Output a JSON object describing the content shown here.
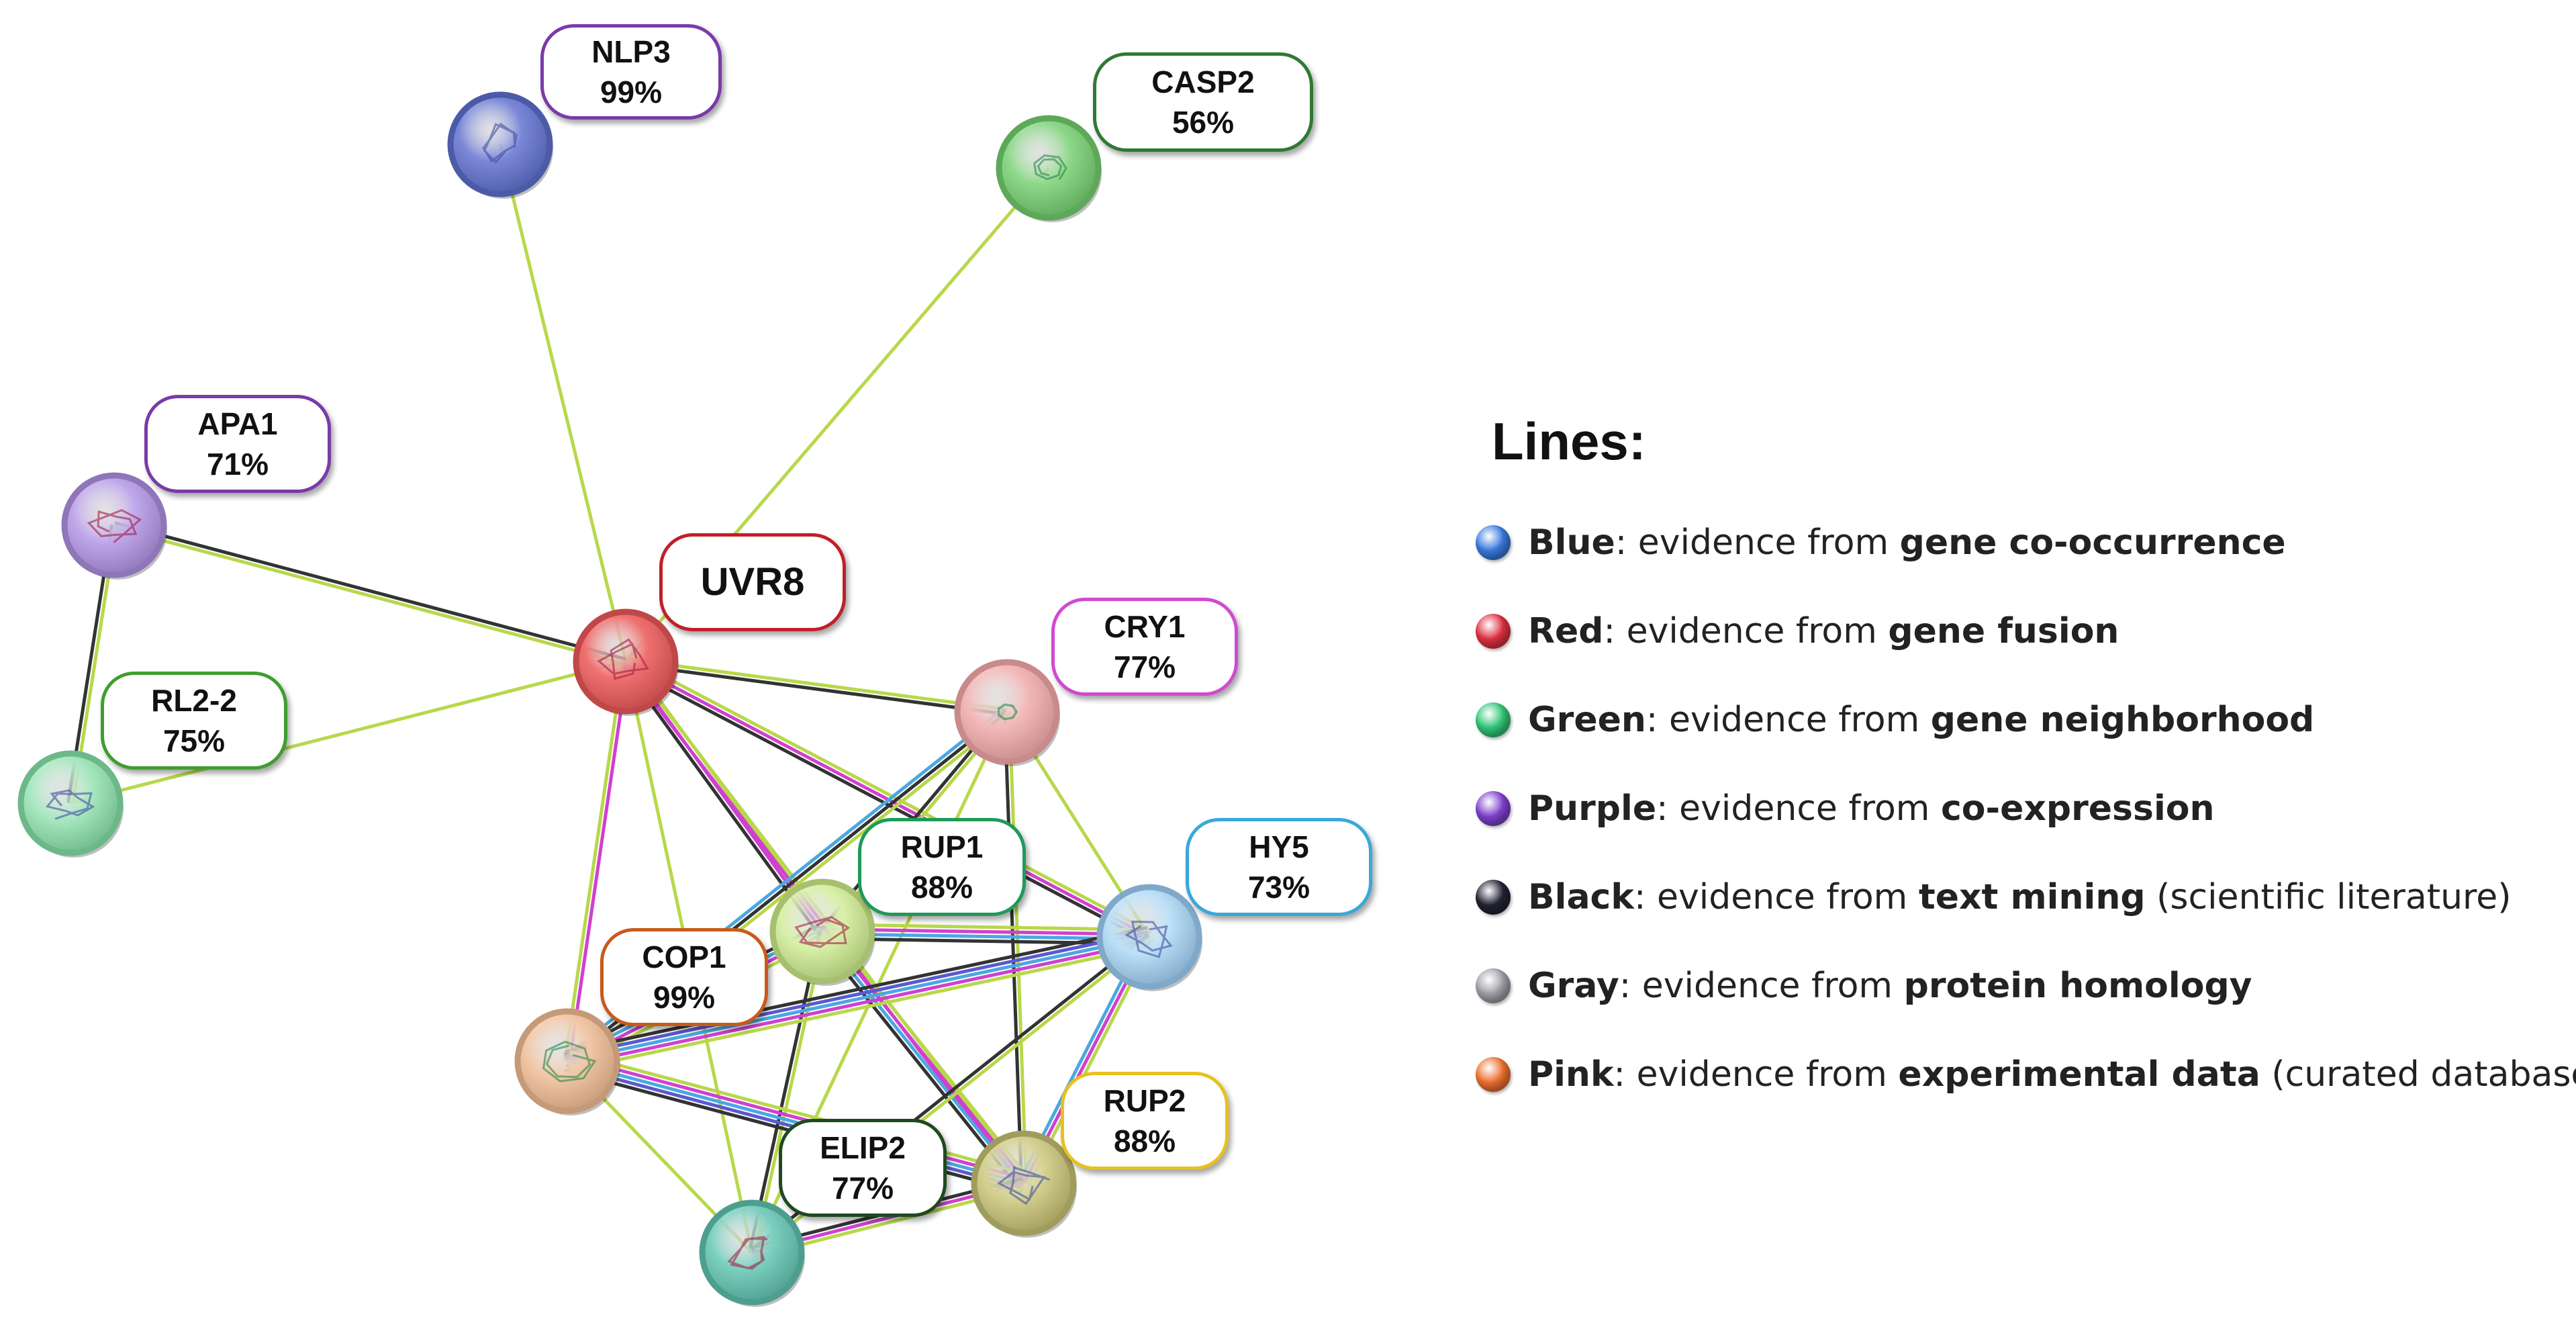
{
  "nodes": [
    {
      "id": "UVR8",
      "name": "UVR8",
      "pct": "",
      "color": "#f07070",
      "ring": "#c04848",
      "box": "#c0202a"
    },
    {
      "id": "NLP3",
      "name": "NLP3",
      "pct": "99%",
      "color": "#7b88d8",
      "ring": "#4c5ba8",
      "box": "#7a3aa8"
    },
    {
      "id": "CASP2",
      "name": "CASP2",
      "pct": "56%",
      "color": "#8ed88a",
      "ring": "#5ea85a",
      "box": "#2e7a32"
    },
    {
      "id": "APA1",
      "name": "APA1",
      "pct": "71%",
      "color": "#c0a8ec",
      "ring": "#8e76b8",
      "box": "#7a3aa8"
    },
    {
      "id": "RL2-2",
      "name": "RL2-2",
      "pct": "75%",
      "color": "#a8e8c0",
      "ring": "#6cb888",
      "box": "#3f9e2e"
    },
    {
      "id": "CRY1",
      "name": "CRY1",
      "pct": "77%",
      "color": "#f2b8b8",
      "ring": "#c88a8a",
      "box": "#d04ad0"
    },
    {
      "id": "RUP1",
      "name": "RUP1",
      "pct": "88%",
      "color": "#d8f0a8",
      "ring": "#a6c070",
      "box": "#1e9a5a"
    },
    {
      "id": "HY5",
      "name": "HY5",
      "pct": "73%",
      "color": "#bce0f8",
      "ring": "#80a8c8",
      "box": "#3aa8d8"
    },
    {
      "id": "COP1",
      "name": "COP1",
      "pct": "99%",
      "color": "#f2c8a8",
      "ring": "#c49a78",
      "box": "#c85a1a"
    },
    {
      "id": "ELIP2",
      "name": "ELIP2",
      "pct": "77%",
      "color": "#7cd0c0",
      "ring": "#4e9e90",
      "box": "#1e4a1e"
    },
    {
      "id": "RUP2",
      "name": "RUP2",
      "pct": "88%",
      "color": "#d4d090",
      "ring": "#a09c5c",
      "box": "#e8c020"
    }
  ],
  "edges": [
    {
      "a": "UVR8",
      "b": "NLP3",
      "colors": [
        "#b8d84a"
      ]
    },
    {
      "a": "UVR8",
      "b": "CASP2",
      "colors": [
        "#b8d84a"
      ]
    },
    {
      "a": "UVR8",
      "b": "APA1",
      "colors": [
        "#b8d84a",
        "#333333"
      ]
    },
    {
      "a": "UVR8",
      "b": "RL2-2",
      "colors": [
        "#b8d84a"
      ]
    },
    {
      "a": "APA1",
      "b": "RL2-2",
      "colors": [
        "#b8d84a",
        "#333333"
      ]
    },
    {
      "a": "UVR8",
      "b": "CRY1",
      "colors": [
        "#b8d84a",
        "#333333"
      ]
    },
    {
      "a": "UVR8",
      "b": "RUP1",
      "colors": [
        "#b8d84a",
        "#d040d0",
        "#333333"
      ]
    },
    {
      "a": "UVR8",
      "b": "HY5",
      "colors": [
        "#b8d84a",
        "#d040d0",
        "#333333"
      ]
    },
    {
      "a": "UVR8",
      "b": "COP1",
      "colors": [
        "#d040d0",
        "#b8d84a"
      ]
    },
    {
      "a": "UVR8",
      "b": "ELIP2",
      "colors": [
        "#b8d84a"
      ]
    },
    {
      "a": "UVR8",
      "b": "RUP2",
      "colors": [
        "#b8d84a",
        "#d040d0"
      ]
    },
    {
      "a": "CRY1",
      "b": "RUP1",
      "colors": [
        "#b8d84a",
        "#333333"
      ]
    },
    {
      "a": "CRY1",
      "b": "HY5",
      "colors": [
        "#b8d84a"
      ]
    },
    {
      "a": "CRY1",
      "b": "COP1",
      "colors": [
        "#b8d84a",
        "#333333",
        "#4aa8e0"
      ]
    },
    {
      "a": "CRY1",
      "b": "RUP2",
      "colors": [
        "#b8d84a",
        "#333333"
      ]
    },
    {
      "a": "CRY1",
      "b": "ELIP2",
      "colors": [
        "#b8d84a"
      ]
    },
    {
      "a": "RUP1",
      "b": "HY5",
      "colors": [
        "#b8d84a",
        "#d040d0",
        "#4aa8e0",
        "#333333"
      ]
    },
    {
      "a": "RUP1",
      "b": "COP1",
      "colors": [
        "#b8d84a",
        "#d040d0",
        "#4aa8e0",
        "#333333"
      ]
    },
    {
      "a": "RUP1",
      "b": "RUP2",
      "colors": [
        "#b8d84a",
        "#d040d0",
        "#4aa8e0",
        "#333333"
      ]
    },
    {
      "a": "RUP1",
      "b": "ELIP2",
      "colors": [
        "#b8d84a",
        "#333333"
      ]
    },
    {
      "a": "HY5",
      "b": "COP1",
      "colors": [
        "#b8d84a",
        "#d040d0",
        "#4aa8e0",
        "#5a5ad0",
        "#333333"
      ]
    },
    {
      "a": "HY5",
      "b": "RUP2",
      "colors": [
        "#b8d84a",
        "#d040d0",
        "#4aa8e0"
      ]
    },
    {
      "a": "HY5",
      "b": "ELIP2",
      "colors": [
        "#b8d84a",
        "#333333"
      ]
    },
    {
      "a": "COP1",
      "b": "RUP2",
      "colors": [
        "#b8d84a",
        "#d040d0",
        "#4aa8e0",
        "#5a5ad0",
        "#333333"
      ]
    },
    {
      "a": "COP1",
      "b": "ELIP2",
      "colors": [
        "#b8d84a"
      ]
    },
    {
      "a": "RUP2",
      "b": "ELIP2",
      "colors": [
        "#b8d84a",
        "#d040d0",
        "#333333"
      ]
    }
  ],
  "legend": {
    "title": "Lines:",
    "items": [
      {
        "key": "blue",
        "color": "#3a7be0",
        "name": "Blue",
        "text": ": evidence from ",
        "bold": "gene co-occurrence",
        "extra": ""
      },
      {
        "key": "red",
        "color": "#e03040",
        "name": "Red",
        "text": ": evidence from ",
        "bold": "gene fusion",
        "extra": ""
      },
      {
        "key": "green",
        "color": "#30c878",
        "name": "Green",
        "text": ": evidence from ",
        "bold": "gene neighborhood",
        "extra": ""
      },
      {
        "key": "purple",
        "color": "#8040d0",
        "name": "Purple",
        "text": ": evidence from ",
        "bold": "co-expression",
        "extra": ""
      },
      {
        "key": "black",
        "color": "#222233",
        "name": "Black",
        "text": ": evidence from ",
        "bold": "text mining",
        "extra": " (scientific literature)"
      },
      {
        "key": "gray",
        "color": "#a0a0a8",
        "name": "Gray",
        "text": ": evidence from ",
        "bold": "protein homology",
        "extra": ""
      },
      {
        "key": "pink",
        "color": "#f07030",
        "name": "Pink",
        "text": ": evidence from ",
        "bold": "experimental data",
        "extra": " (curated databases)"
      }
    ]
  }
}
